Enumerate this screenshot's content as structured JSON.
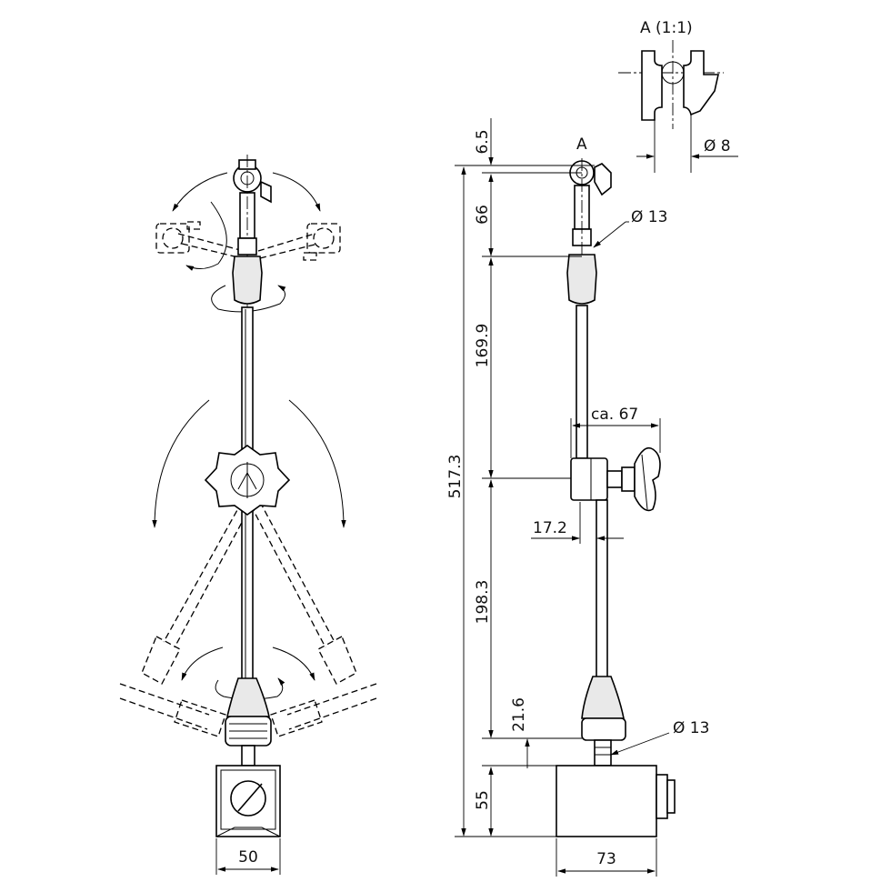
{
  "detail": {
    "label": "A (1:1)",
    "diameter": "Ø 8"
  },
  "side_view": {
    "section_marker": "A",
    "dim_top": "6.5",
    "dim_swivel": "66",
    "dim_upper_arm": "169.9",
    "dim_lower_arm": "198.3",
    "dim_collar": "21.6",
    "dim_base_height": "55",
    "dim_total_height": "517.3",
    "dim_reach": "ca. 67",
    "dim_clamp": "17.2",
    "dim_base_width": "73",
    "dia_upper": "Ø 13",
    "dia_lower": "Ø 13"
  },
  "front_view": {
    "dim_base_width": "50"
  }
}
